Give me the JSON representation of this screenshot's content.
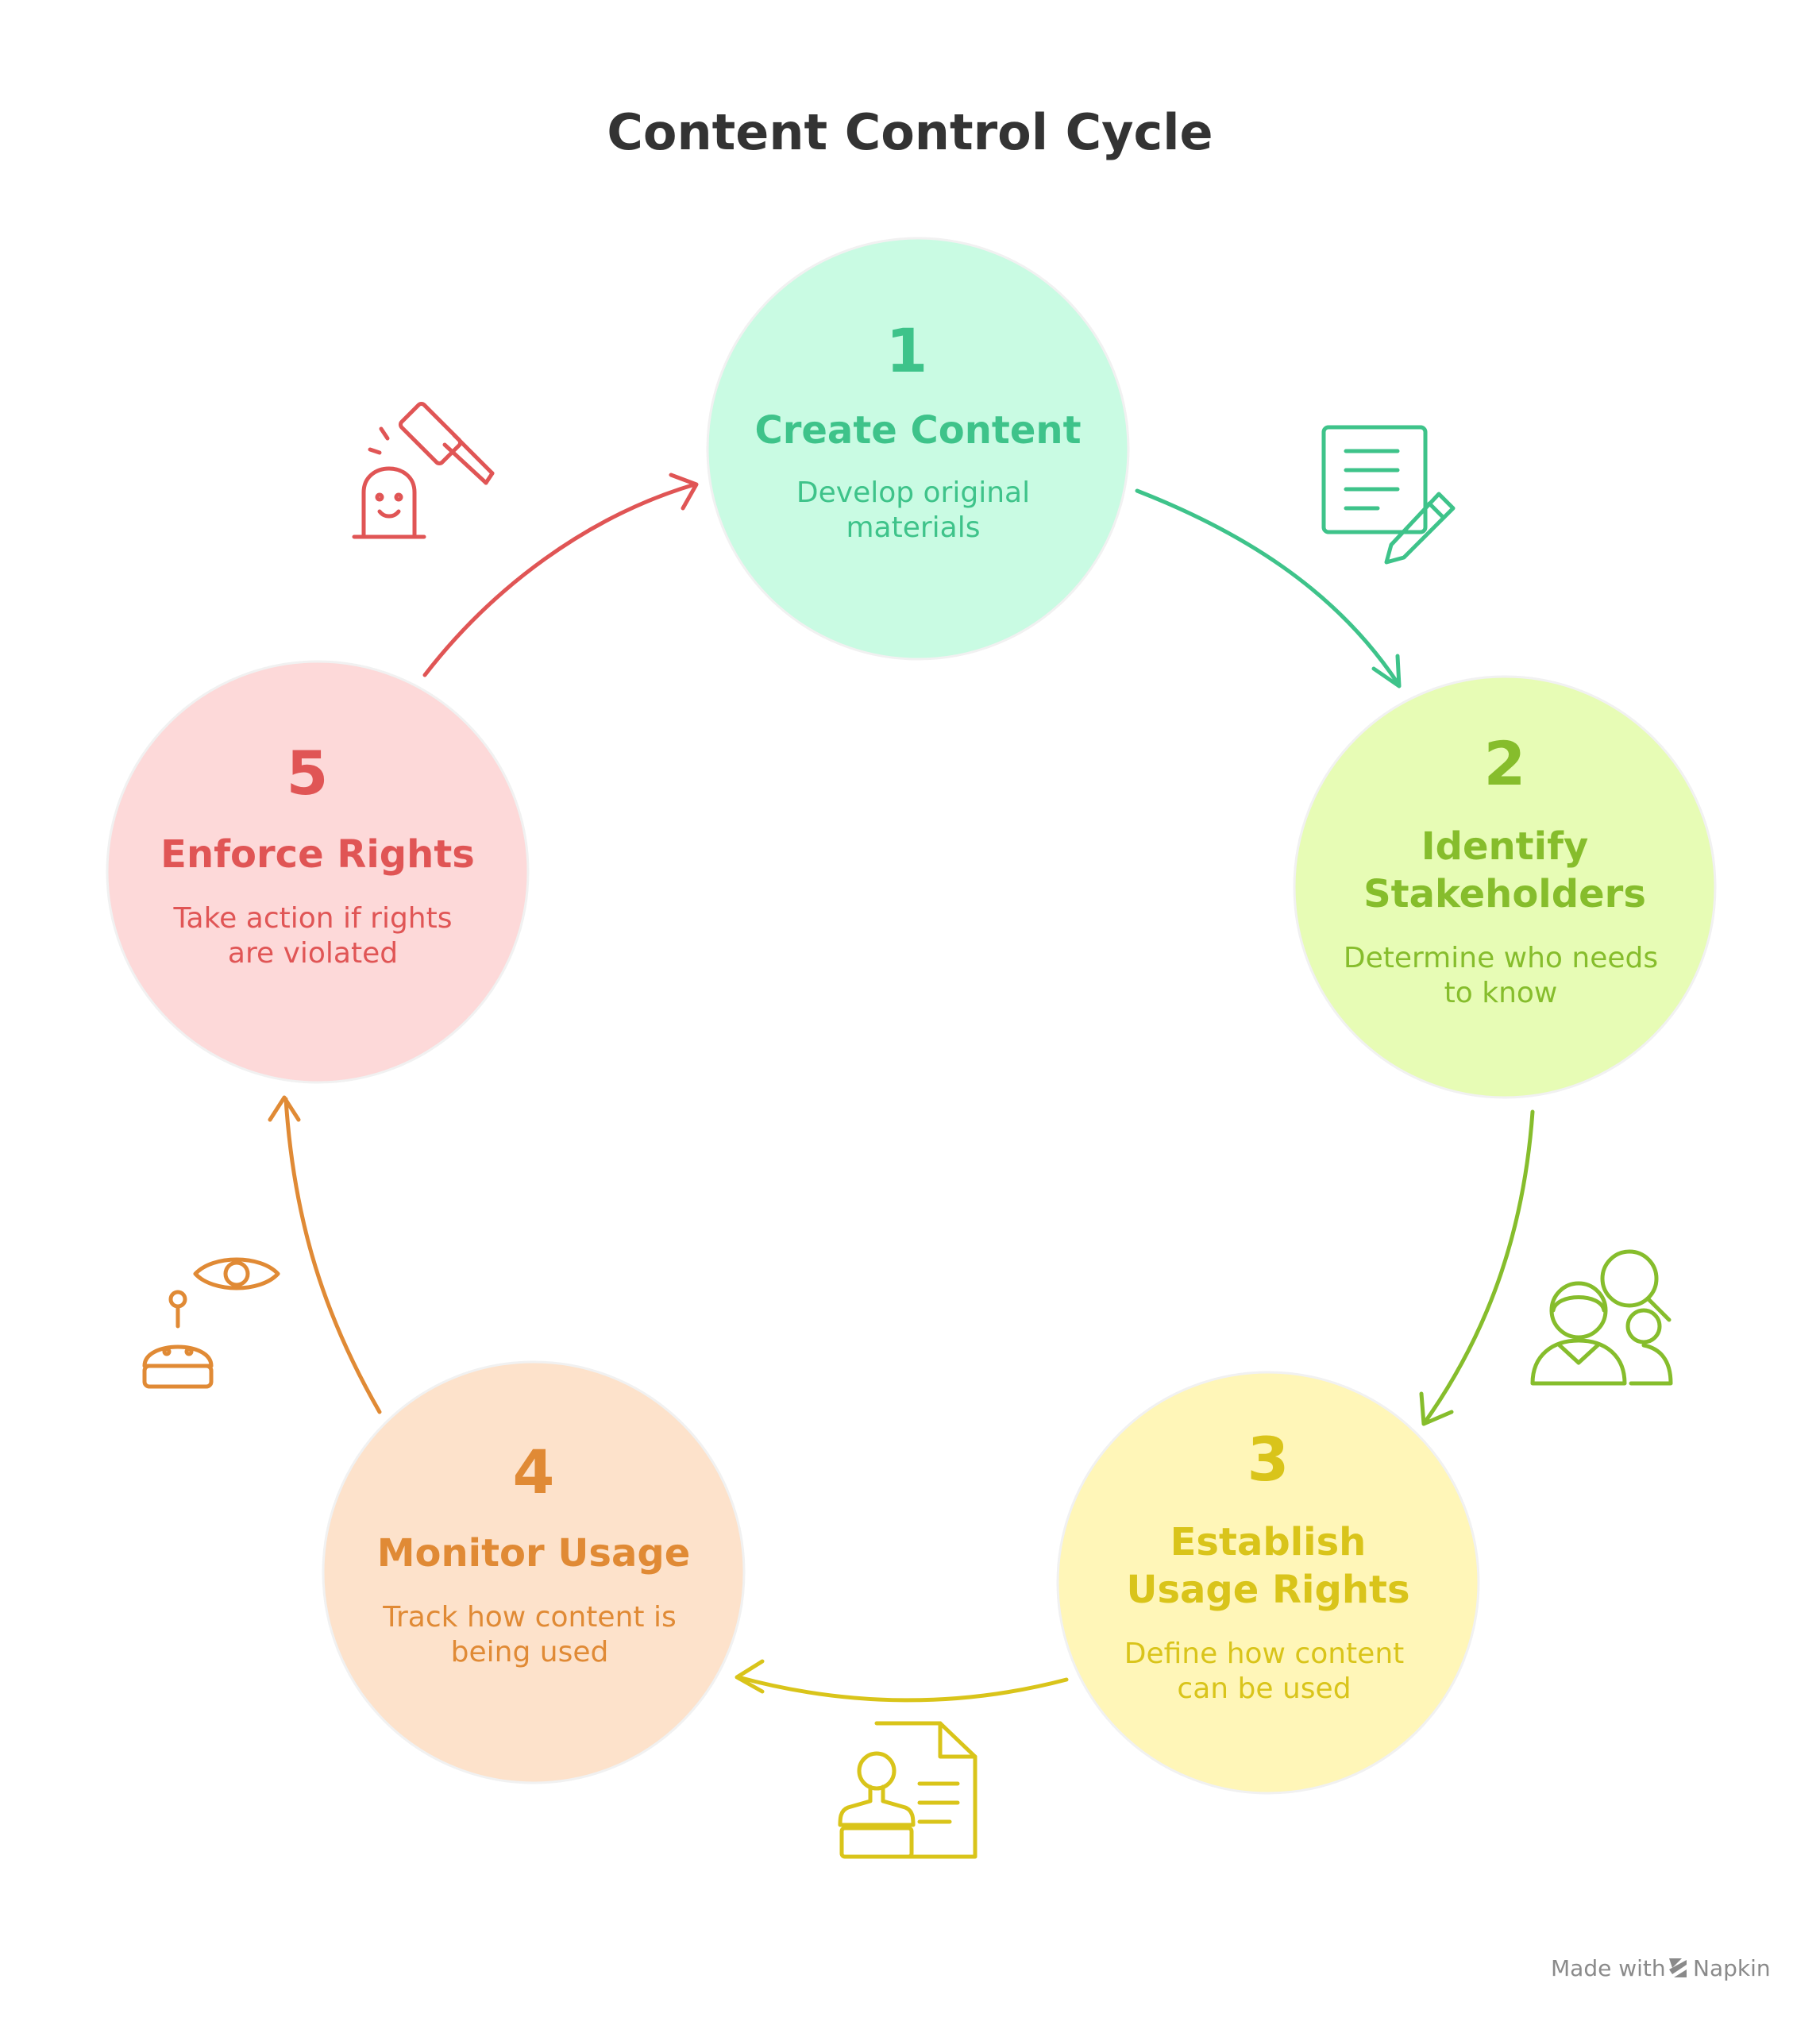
{
  "title": "Content Control Cycle",
  "footer": {
    "made_with": "Made with",
    "brand": "Napkin"
  },
  "steps": [
    {
      "number": "1",
      "heading": [
        "Create Content"
      ],
      "description": [
        "Develop original",
        "materials"
      ],
      "fill": "#c9fbe3",
      "color": "#3ec38a",
      "icon": "document-pencil-icon"
    },
    {
      "number": "2",
      "heading": [
        "Identify",
        "Stakeholders"
      ],
      "description": [
        "Determine who needs",
        "to know"
      ],
      "fill": "#e7fcb5",
      "color": "#86bd2c",
      "icon": "people-search-icon"
    },
    {
      "number": "3",
      "heading": [
        "Establish",
        "Usage Rights"
      ],
      "description": [
        "Define how content",
        "can be used"
      ],
      "fill": "#fff6b8",
      "color": "#d9c41a",
      "icon": "stamp-document-icon"
    },
    {
      "number": "4",
      "heading": [
        "Monitor Usage"
      ],
      "description": [
        "Track how content is",
        "being used"
      ],
      "fill": "#fde2cb",
      "color": "#e08a35",
      "icon": "robot-eye-icon"
    },
    {
      "number": "5",
      "heading": [
        "Enforce Rights"
      ],
      "description": [
        "Take action if rights",
        "are violated"
      ],
      "fill": "#fdd9d9",
      "color": "#e05555",
      "icon": "gavel-icon"
    }
  ]
}
